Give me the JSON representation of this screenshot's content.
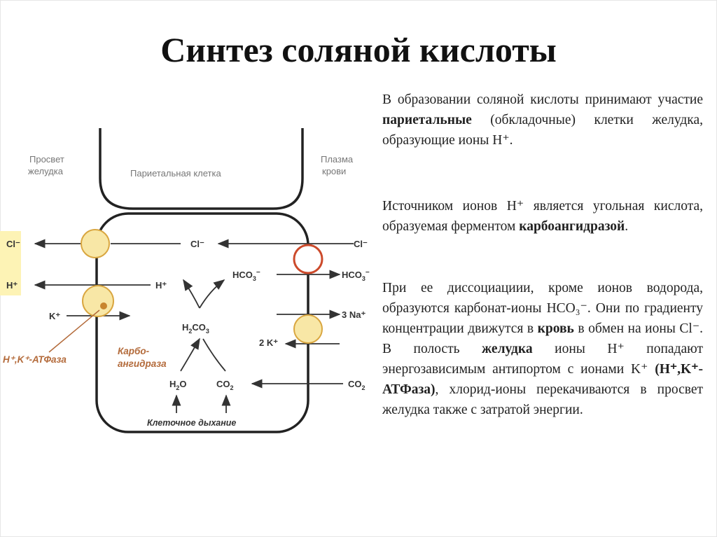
{
  "title": "Синтез соляной кислоты",
  "diagram": {
    "lumen_label_1": "Просвет",
    "lumen_label_2": "желудка",
    "cell_label": "Париетальная клетка",
    "plasma_label_1": "Плазма",
    "plasma_label_2": "крови",
    "left_cl": "Cl⁻",
    "left_h": "H⁺",
    "left_k": "K⁺",
    "atpase_label": "H⁺,K⁺-АТФаза",
    "inner_cl": "Cl⁻",
    "inner_h": "H⁺",
    "inner_hco3_main": "HCO",
    "inner_hco3_sub": "3",
    "inner_hco3_sup": "−",
    "h2co3_a": "H",
    "h2co3_b": "2",
    "h2co3_c": "CO",
    "h2co3_d": "3",
    "carbo_1": "Карбо-",
    "carbo_2": "ангидраза",
    "h2o_a": "H",
    "h2o_b": "2",
    "h2o_c": "O",
    "co2_a": "CO",
    "co2_b": "2",
    "respiration": "Клеточное дыхание",
    "right_cl": "Cl⁻",
    "right_hco3_main": "HCO",
    "right_hco3_sub": "3",
    "right_hco3_sup": "−",
    "right_na": "3 Na⁺",
    "right_k": "2 K⁺",
    "right_co2_a": "CO",
    "right_co2_b": "2",
    "colors": {
      "transporter_fill": "#f8e7a6",
      "transporter_stroke": "#d9a640",
      "pump_stroke": "#cc4a2b",
      "enzyme_dot": "#c8852e",
      "enzyme_text": "#b36a3a",
      "lumen_highlight": "#fdf3b5"
    }
  },
  "paragraphs": {
    "p1_a": "В образовании соляной кислоты принимают участие ",
    "p1_b": "париетальные",
    "p1_c": " (обкладочные) клетки желудка, образующие ионы H⁺.",
    "p2_a": "Источником ионов H⁺ является угольная кислота, образуемая ферментом ",
    "p2_b": "карбоангидразой",
    "p2_c": ".",
    "p3_a": "При ее диссоциациии, кроме ионов водорода, образуются карбонат-ионы HCO₃⁻. Они по градиенту концентрации движутся в ",
    "p3_b": "кровь",
    "p3_c": " в обмен на ионы Cl⁻. В полость ",
    "p3_d": "желудка",
    "p3_e": " ионы H⁺ попадают энергозависимым антипортом с ионами K⁺ ",
    "p3_f": "(H⁺,K⁺-АТФаза)",
    "p3_g": ", хлорид-ионы перекачиваются в просвет желудка также с затратой энергии."
  }
}
